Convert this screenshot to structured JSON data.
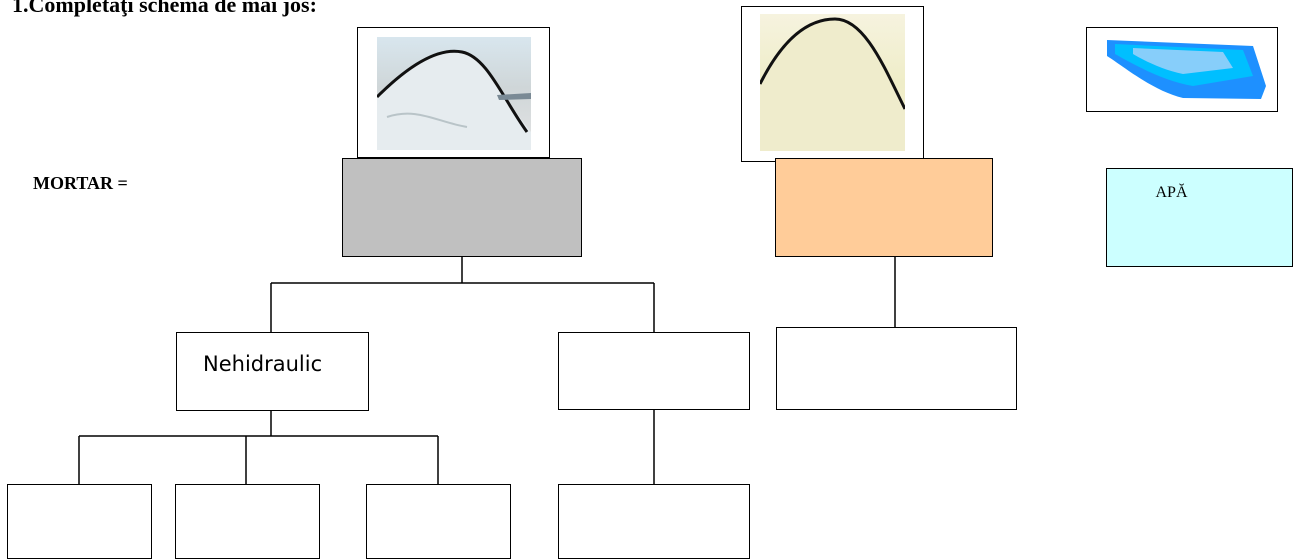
{
  "title": "1.Completaţi schema de mai  jos:",
  "mortar_label": "MORTAR   =",
  "boxes": {
    "nehidraulic_label": "Nehidraulic",
    "nehidraulic_overflow": "e",
    "water_label": "APĂ"
  },
  "colors": {
    "binder_box": "#c0c0c0",
    "aggregate_box": "#ffcc99",
    "water_box": "#ccffff"
  },
  "icons": [
    "binder-heap-picture",
    "sand-heap-picture",
    "water-picture"
  ]
}
